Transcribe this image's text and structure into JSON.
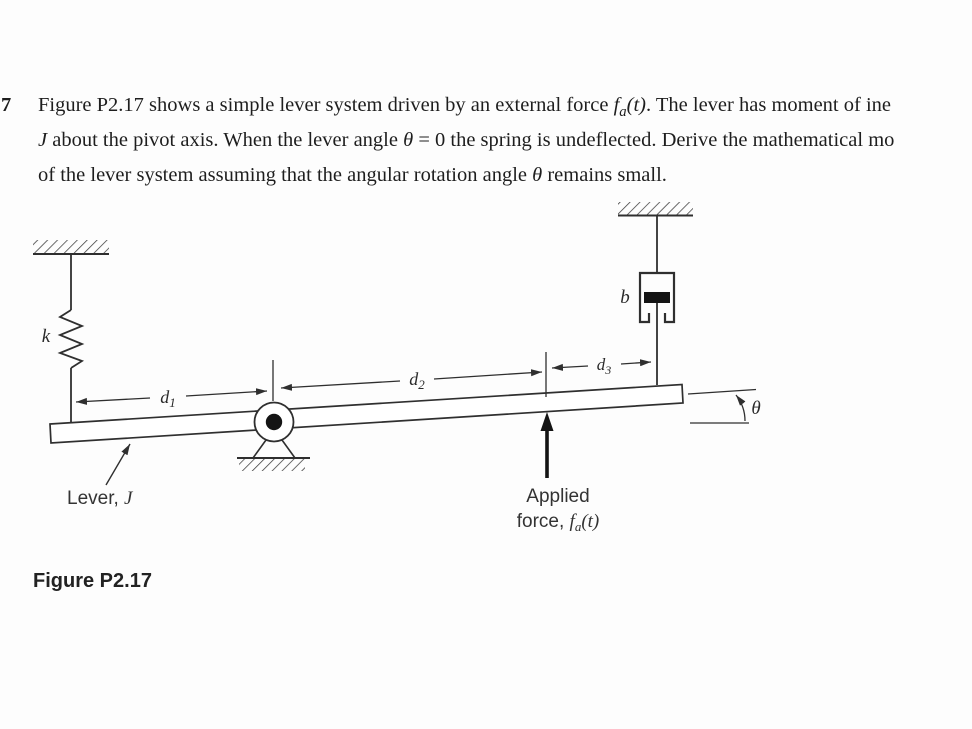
{
  "page": {
    "background": "#fdfdfd",
    "ink": "#2a2a2a"
  },
  "problem": {
    "number": "7",
    "line1_pre": "Figure P2.17 shows a simple lever system driven by an external force ",
    "line1_f": "f",
    "line1_fsub": "a",
    "line1_ft": "(t)",
    "line1_post": ". The lever has moment of ine",
    "line2_J": "J",
    "line2_mid": " about the pivot axis. When the lever angle ",
    "line2_theta": "θ",
    "line2_post": " = 0 the spring is undeflected. Derive the mathematical mo",
    "line3_pre": "of the lever system assuming that the angular rotation angle ",
    "line3_theta": "θ",
    "line3_post": " remains small."
  },
  "figure": {
    "caption": "Figure P2.17",
    "labels": {
      "spring_k": "k",
      "damper_b": "b",
      "d": "d",
      "d1_sub": "1",
      "d2_sub": "2",
      "d3_sub": "3",
      "theta": "θ",
      "lever_text": "Lever, ",
      "lever_J": "J",
      "applied_line1": "Applied",
      "applied_force_text": "force, ",
      "applied_f": "f",
      "applied_fsub": "a",
      "applied_post": "(t)"
    }
  }
}
